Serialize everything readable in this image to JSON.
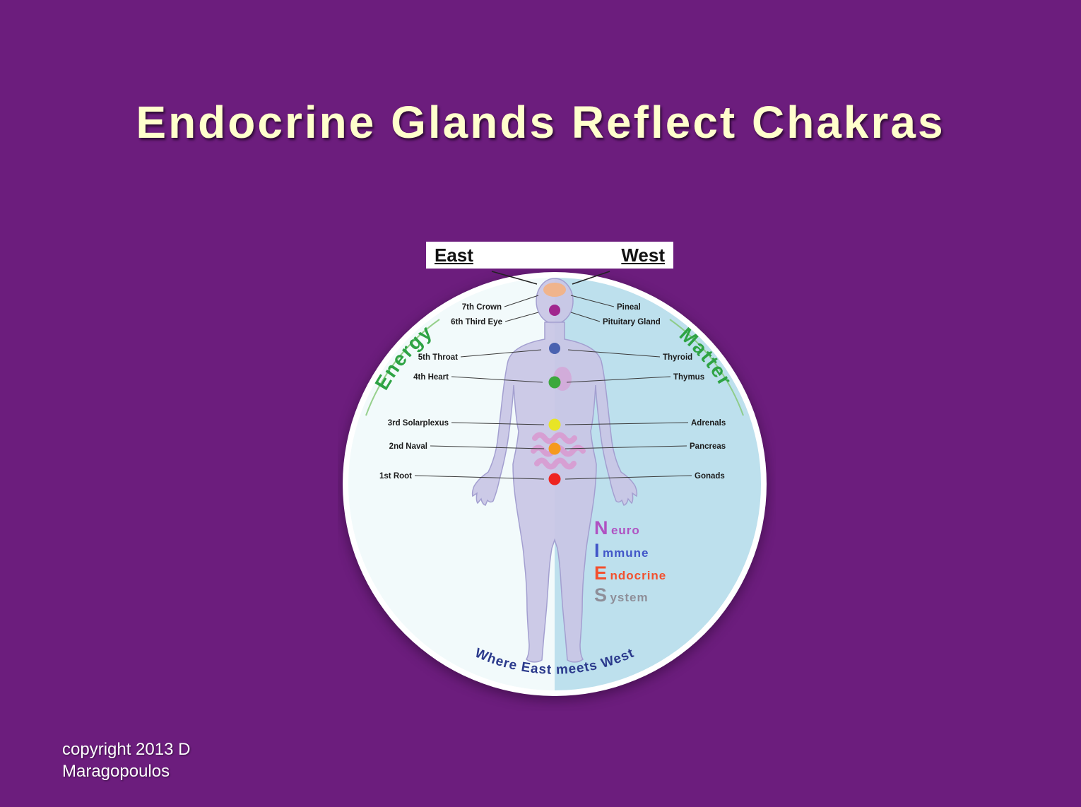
{
  "slide": {
    "title": "Endocrine Glands Reflect Chakras",
    "copyright_line1": "copyright 2013 D",
    "copyright_line2": "Maragopoulos",
    "background_color": "#6C1D7D",
    "title_color": "#FFFFCC"
  },
  "diagram": {
    "east_label": "East",
    "west_label": "West",
    "energy_label": "Energy",
    "matter_label": "Matter",
    "bottom_text": "Where East meets West",
    "energy_matter_color": "#2EA344",
    "bottom_text_color": "#2B3A8C",
    "left_half_color": "#F2FAFB",
    "right_half_color": "#BDE0ED",
    "chakras": [
      {
        "position": "7th Crown",
        "gland": "Pineal",
        "color": "#F0B48C"
      },
      {
        "position": "6th Third Eye",
        "gland": "Pituitary Gland",
        "color": "#A1268E"
      },
      {
        "position": "5th Throat",
        "gland": "Thyroid",
        "color": "#4A62B0"
      },
      {
        "position": "4th Heart",
        "gland": "Thymus",
        "color": "#3DA83D"
      },
      {
        "position": "3rd Solarplexus",
        "gland": "Adrenals",
        "color": "#E8E426"
      },
      {
        "position": "2nd Naval",
        "gland": "Pancreas",
        "color": "#F59A1E"
      },
      {
        "position": "1st Root",
        "gland": "Gonads",
        "color": "#EE2420"
      }
    ],
    "nie_lines": [
      {
        "initial": "N",
        "rest": "euro",
        "color": "#AF52C2"
      },
      {
        "initial": "I",
        "rest": "mmune",
        "color": "#4156C8"
      },
      {
        "initial": "E",
        "rest": "ndocrine",
        "color": "#F2502E"
      },
      {
        "initial": "S",
        "rest": "ystem",
        "color": "#8E8E98"
      }
    ]
  }
}
